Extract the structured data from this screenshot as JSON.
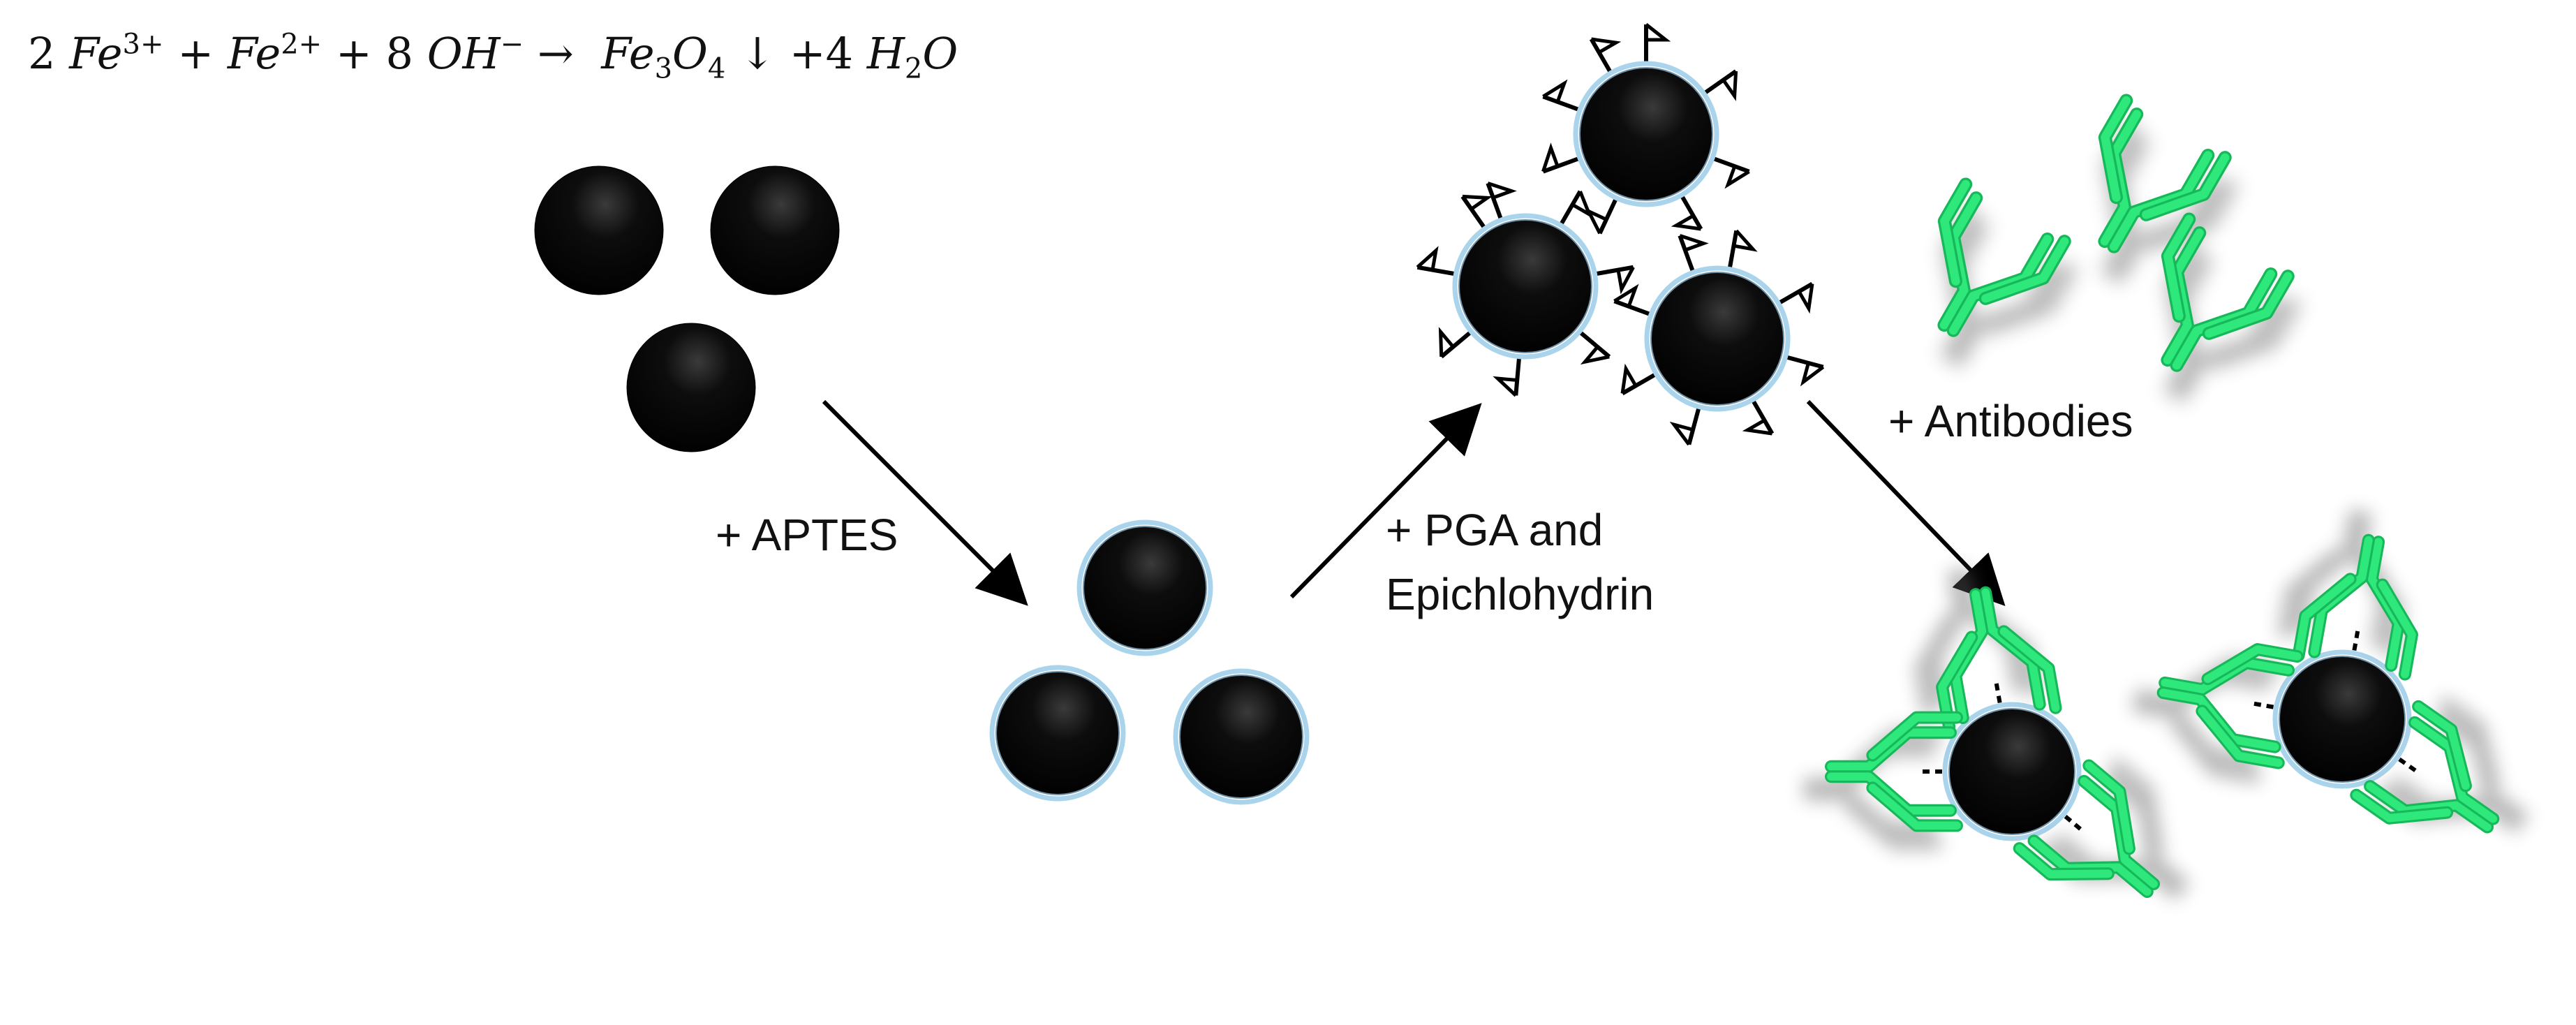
{
  "equation": {
    "c1": "2",
    "fe3": "Fe",
    "fe3_charge": "3+",
    "plus1": "+",
    "fe2": "Fe",
    "fe2_charge": "2+",
    "plus2": "+",
    "c2": "8",
    "oh": "OH",
    "oh_charge": "−",
    "arrow": "→",
    "fe": "Fe",
    "fe_sub": "3",
    "o": "O",
    "o_sub": "4",
    "precip": "↓",
    "plus3": "+4",
    "h": "H",
    "h_sub": "2",
    "o2": "O"
  },
  "steps": {
    "aptes": "+ APTES",
    "pga_line1": "+ PGA and",
    "pga_line2": "Epichlohydrin",
    "antibodies": "+ Antibodies"
  },
  "colors": {
    "particle": "#000000",
    "coating": "#a9d4ec",
    "antibody": "#2ee87c",
    "arrow": "#000000"
  }
}
